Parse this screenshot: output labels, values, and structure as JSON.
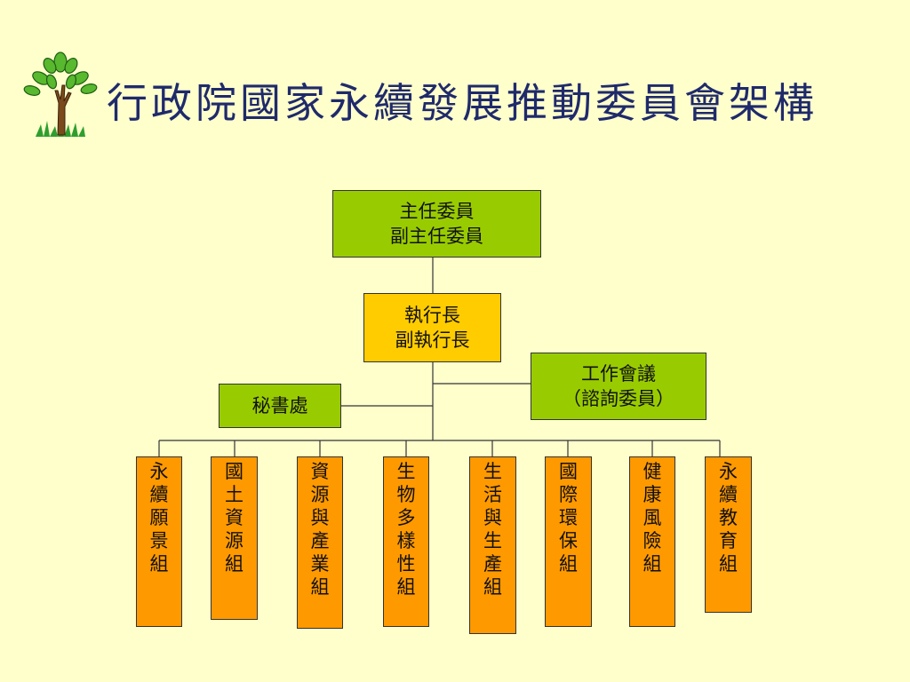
{
  "title": "行政院國家永續發展推動委員會架構",
  "org_chart": {
    "top": {
      "line1": "主任委員",
      "line2": "副主任委員"
    },
    "exec": {
      "line1": "執行長",
      "line2": "副執行長"
    },
    "working": {
      "line1": "工作會議",
      "line2": "（諮詢委員）"
    },
    "secretariat": {
      "label": "秘書處"
    },
    "groups": [
      {
        "label": "永續願景組"
      },
      {
        "label": "國土資源組"
      },
      {
        "label": "資源與產業組"
      },
      {
        "label": "生物多樣性組"
      },
      {
        "label": "生活與生產組"
      },
      {
        "label": "國際環保組"
      },
      {
        "label": "健康風險組"
      },
      {
        "label": "永續教育組"
      }
    ]
  },
  "colors": {
    "background": "#ffffcc",
    "title": "#1f2a6b",
    "green_box": "#99cc00",
    "yellow_box": "#ffcc00",
    "orange_box": "#ff9900",
    "line": "#333333"
  },
  "icons": {
    "logo": "tree-icon"
  }
}
